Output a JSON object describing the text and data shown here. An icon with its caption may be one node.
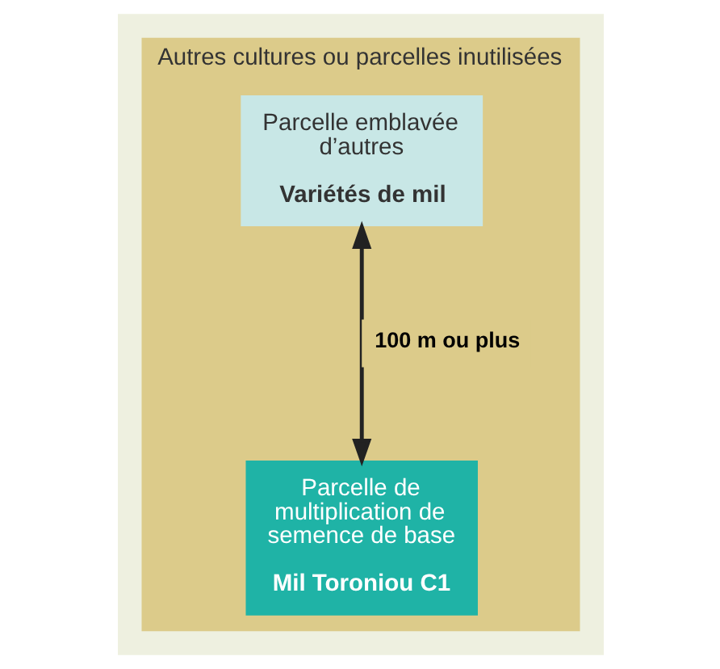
{
  "diagram": {
    "nodes": [
      {
        "text": [
          "Autres cultures ou parcelles inutilisées"
        ]
      },
      {
        "text": [
          "Parcelle emblavée d’autres",
          "Variétés de mil"
        ],
        "in": 0
      },
      {
        "text": [
          "Parcelle de multiplication de semence de base",
          "Mil Toroniou C1"
        ],
        "in": 0
      }
    ],
    "edges": [
      {
        "from": 1,
        "to": 2,
        "arrow": "both",
        "label": "100 m ou plus"
      }
    ]
  }
}
